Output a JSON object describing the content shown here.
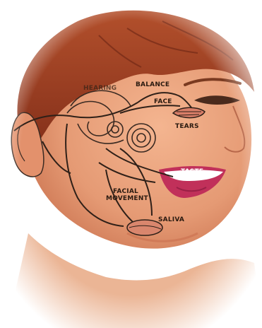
{
  "labels": {
    "hearing": "HEARING",
    "balance": "BALANCE",
    "face": "FACE",
    "tears": "TEARS",
    "taste": "TASTE",
    "facial_movement_line1": "FACIAL",
    "facial_movement_line2": "MOVEMENT",
    "saliva": "SALIVA"
  },
  "colors": {
    "skin": "#e9a07c",
    "skin_shadow": "#c9704f",
    "hair": "#9c3d22",
    "hair_dark": "#6b2414",
    "nerve_line": "#3a2a22",
    "lips": "#c1305a",
    "background": "#ffffff"
  }
}
